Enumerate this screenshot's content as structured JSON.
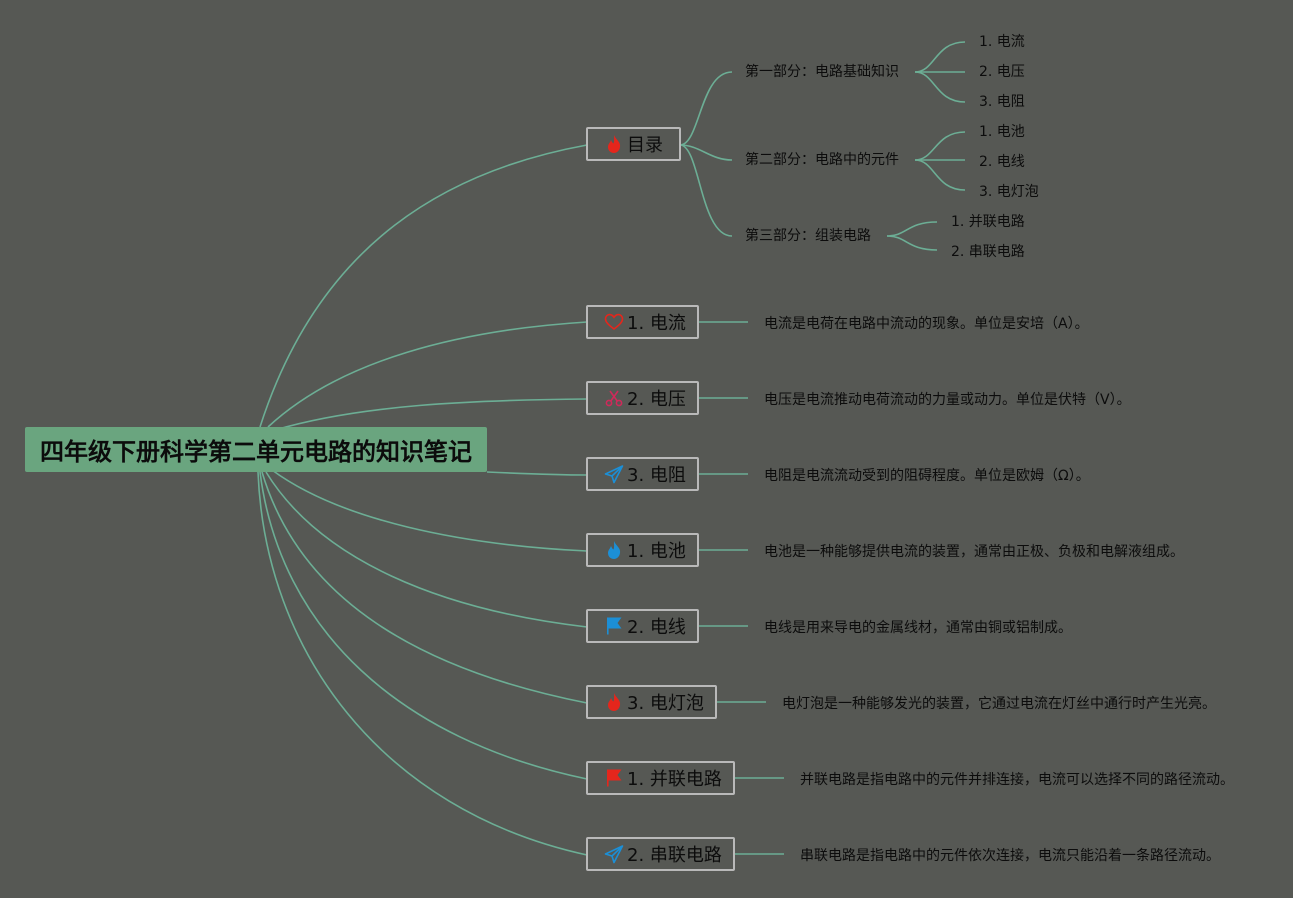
{
  "root": {
    "title": "四年级下册科学第二单元电路的知识笔记"
  },
  "toc": {
    "label": "目录",
    "icon": "fire-icon",
    "sections": [
      {
        "label": "第一部分：电路基础知识",
        "items": [
          "1. 电流",
          "2. 电压",
          "3. 电阻"
        ]
      },
      {
        "label": "第二部分：电路中的元件",
        "items": [
          "1. 电池",
          "2. 电线",
          "3. 电灯泡"
        ]
      },
      {
        "label": "第三部分：组装电路",
        "items": [
          "1. 并联电路",
          "2. 串联电路"
        ]
      }
    ]
  },
  "topics": [
    {
      "label": "1. 电流",
      "icon": "heart-outline-icon",
      "description": "电流是电荷在电路中流动的现象。单位是安培（A）。"
    },
    {
      "label": "2. 电压",
      "icon": "scissors-icon",
      "description": "电压是电流推动电荷流动的力量或动力。单位是伏特（V）。"
    },
    {
      "label": "3. 电阻",
      "icon": "paper-plane-icon",
      "description": "电阻是电流流动受到的阻碍程度。单位是欧姆（Ω）。"
    },
    {
      "label": "1. 电池",
      "icon": "fire-icon",
      "description": "电池是一种能够提供电流的装置，通常由正极、负极和电解液组成。"
    },
    {
      "label": "2. 电线",
      "icon": "flag-icon",
      "description": "电线是用来导电的金属线材，通常由铜或铝制成。"
    },
    {
      "label": "3. 电灯泡",
      "icon": "fire-icon",
      "description": "电灯泡是一种能够发光的装置，它通过电流在灯丝中通行时产生光亮。"
    },
    {
      "label": "1. 并联电路",
      "icon": "flag-icon",
      "description": "并联电路是指电路中的元件并排连接，电流可以选择不同的路径流动。"
    },
    {
      "label": "2. 串联电路",
      "icon": "paper-plane-icon",
      "description": "串联电路是指电路中的元件依次连接，电流只能沿着一条路径流动。"
    }
  ],
  "colors": {
    "background": "#565854",
    "connector": "#6cae95",
    "root_fill": "#6aa57f",
    "box_border": "#b9b9b9",
    "red_icon": "#e5261c",
    "blue_icon": "#1c8fd6"
  }
}
